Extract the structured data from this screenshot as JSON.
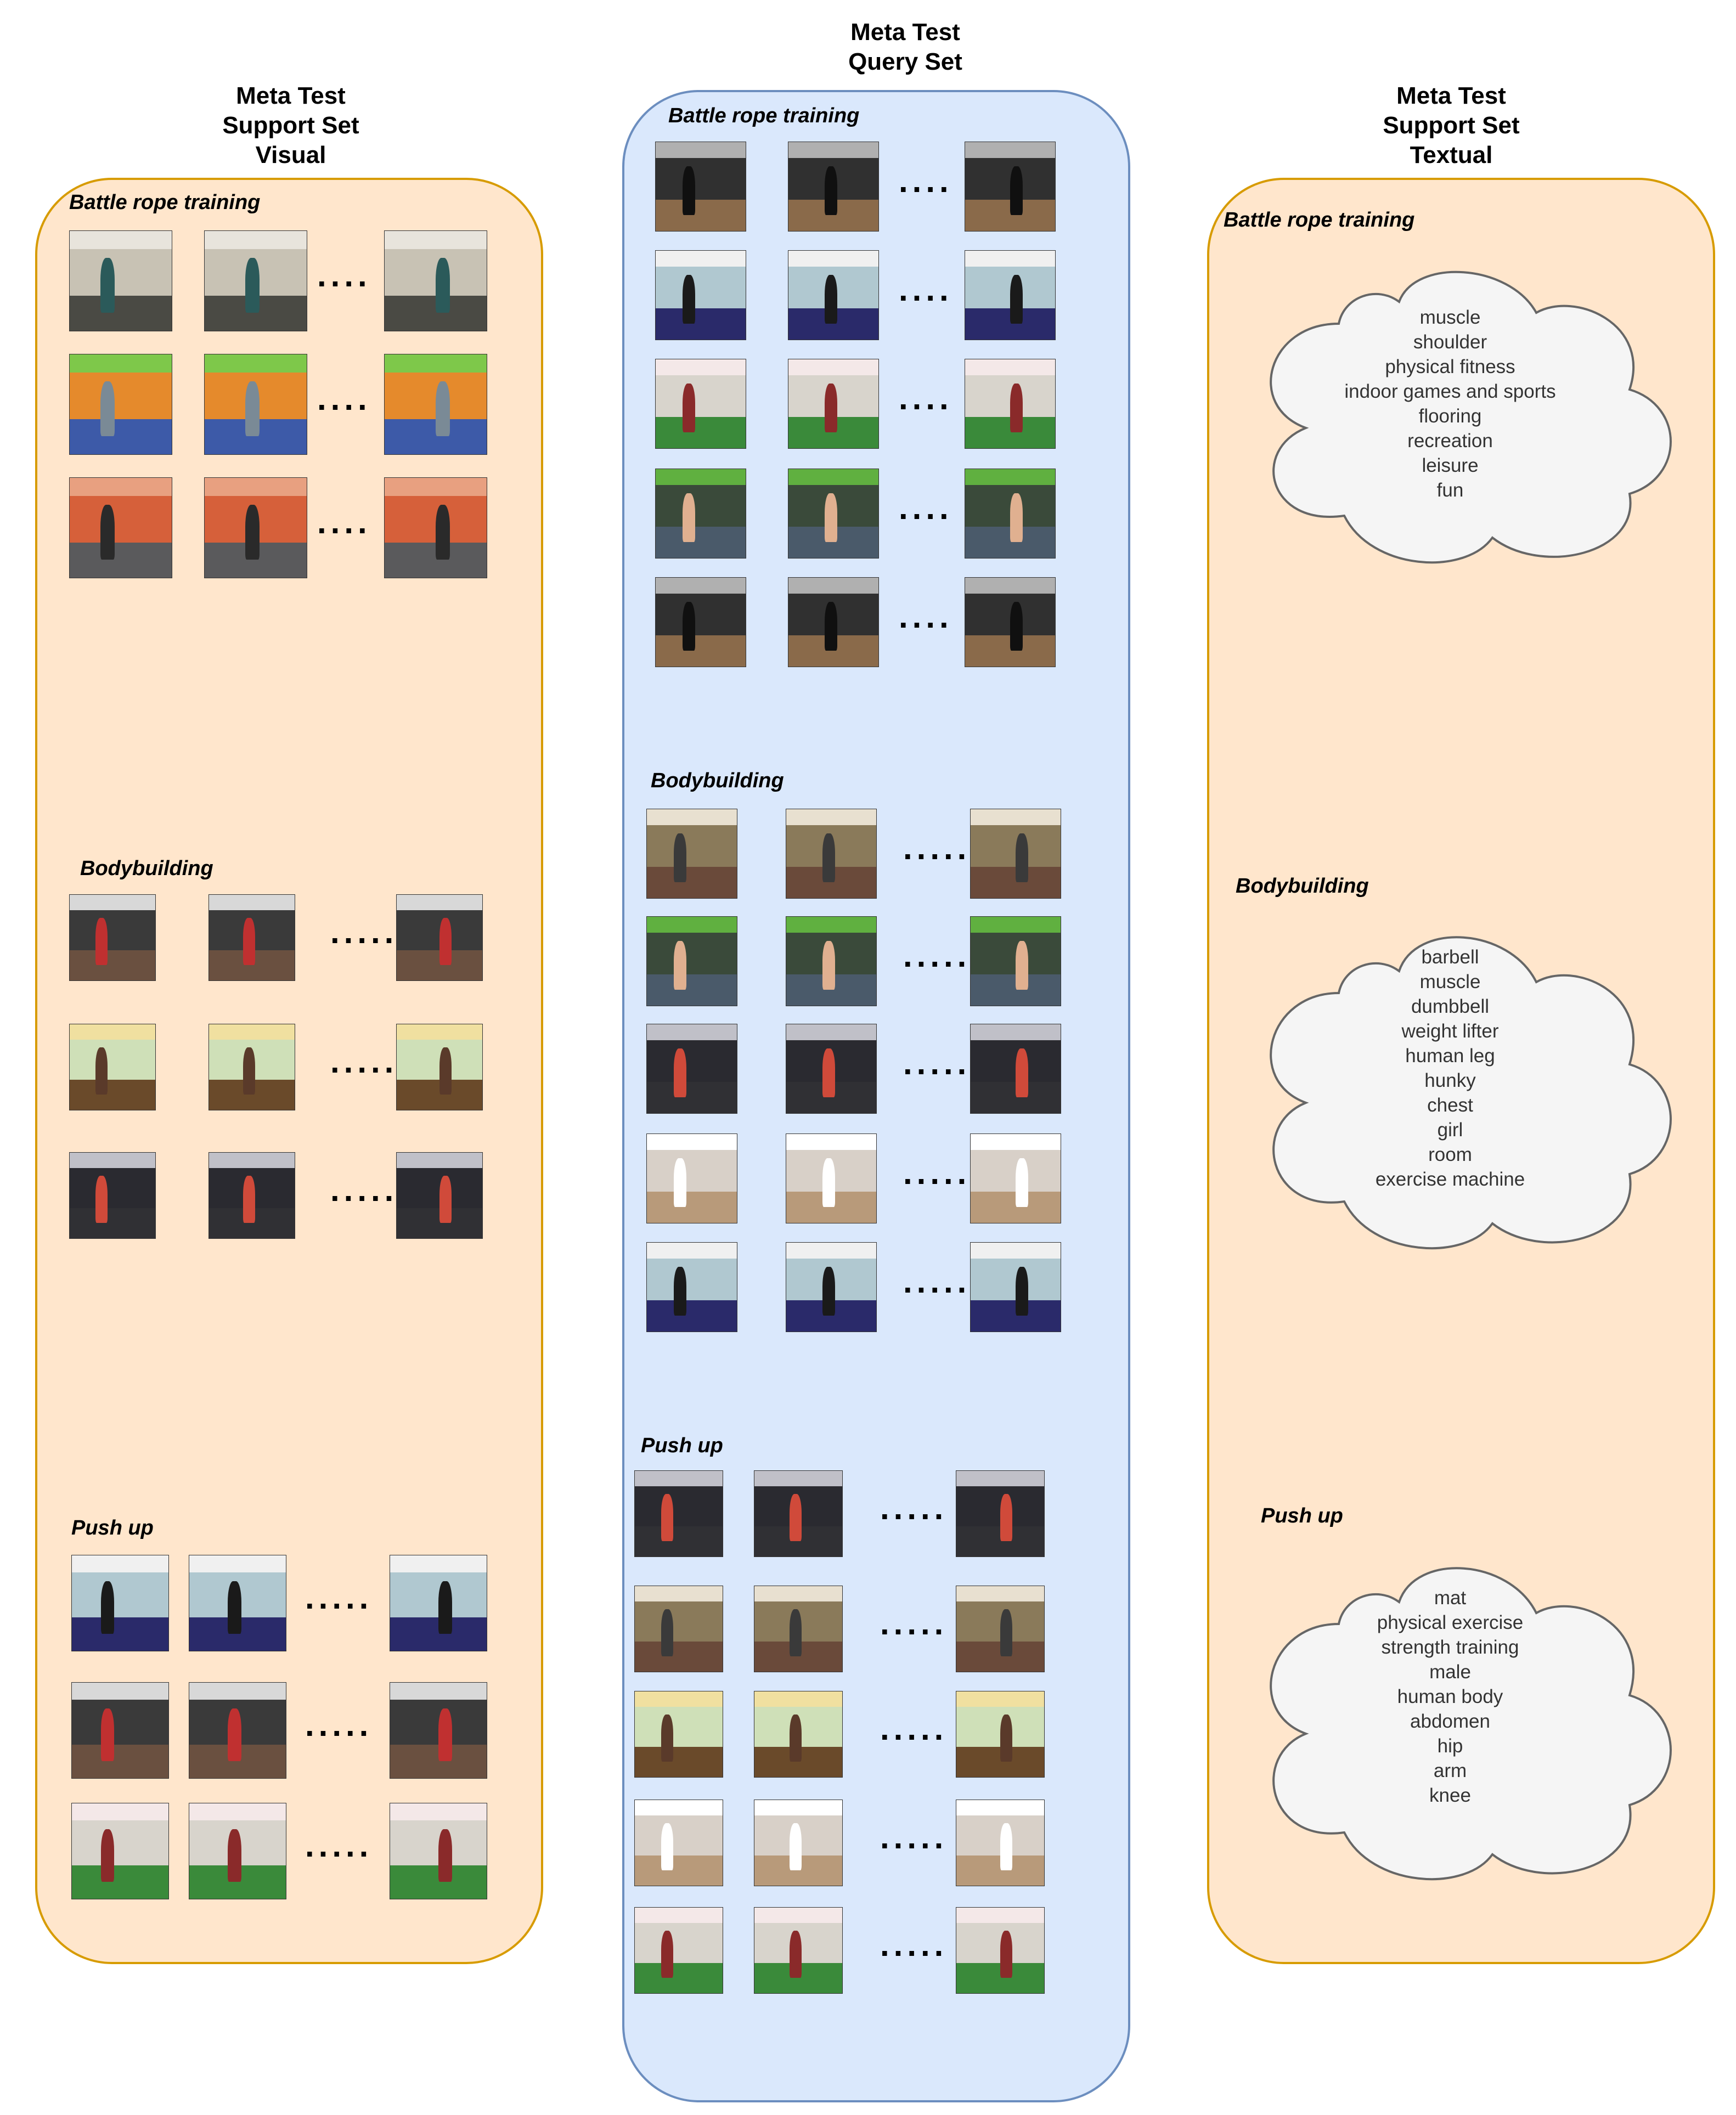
{
  "columns": {
    "left": {
      "title_lines": [
        "Meta Test",
        "Support Set",
        "Visual"
      ]
    },
    "middle": {
      "title_lines": [
        "Meta Test",
        "Query Set"
      ]
    },
    "right": {
      "title_lines": [
        "Meta Test",
        "Support Set",
        "Textual"
      ]
    }
  },
  "colors": {
    "orange_fill": "#ffe6cc",
    "orange_border": "#d79b00",
    "blue_fill": "#dae8fc",
    "blue_border": "#6c8ebf",
    "cloud_fill": "#f5f5f5",
    "cloud_border": "#666666"
  },
  "categories": [
    "Battle rope training",
    "Bodybuilding",
    "Push up"
  ],
  "ellipsis": {
    "short": "....",
    "long": "....."
  },
  "textual": {
    "battle_rope": [
      "muscle",
      "shoulder",
      "physical fitness",
      "indoor games and sports",
      "flooring",
      "recreation",
      "leisure",
      "fun"
    ],
    "bodybuilding": [
      "barbell",
      "muscle",
      "dumbbell",
      "weight lifter",
      "human leg",
      "hunky",
      "chest",
      "girl",
      "room",
      "exercise machine"
    ],
    "push_up": [
      "mat",
      "physical exercise",
      "strength training",
      "male",
      "human body",
      "abdomen",
      "hip",
      "arm",
      "knee"
    ]
  }
}
